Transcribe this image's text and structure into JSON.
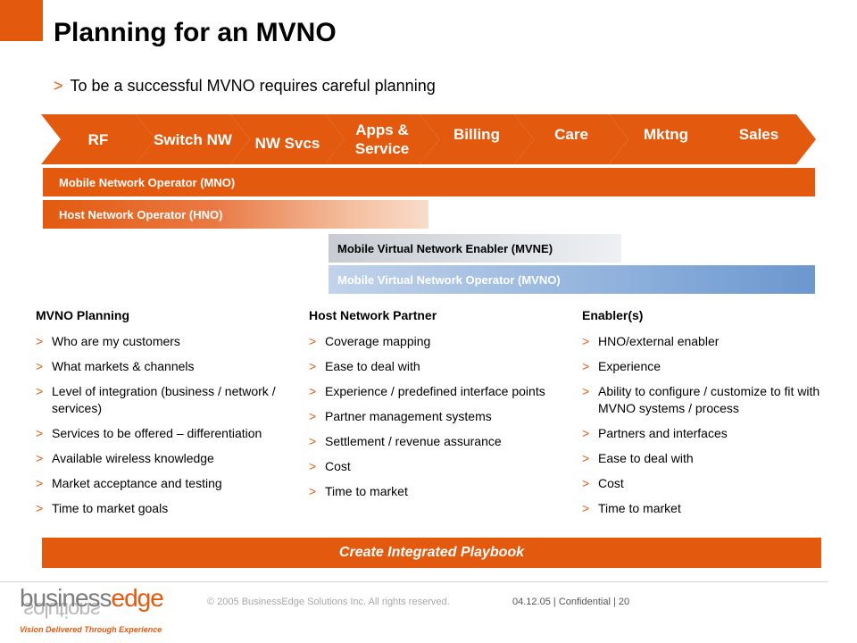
{
  "title": "Planning for an MVNO",
  "subtitle": {
    "arrow": ">",
    "text": "To be a successful MVNO requires careful planning"
  },
  "value_chain": [
    {
      "label": "RF"
    },
    {
      "label": "Switch NW"
    },
    {
      "label": "NW Svcs"
    },
    {
      "label": "Apps & Service"
    },
    {
      "label": "Billing"
    },
    {
      "label": "Care"
    },
    {
      "label": "Mktng"
    },
    {
      "label": "Sales"
    }
  ],
  "bands": {
    "mno": "Mobile Network Operator (MNO)",
    "hno": "Host Network Operator (HNO)",
    "mvne": "Mobile Virtual Network Enabler (MVNE)",
    "mvno": "Mobile Virtual Network Operator (MVNO)"
  },
  "columns": [
    {
      "heading": "MVNO Planning",
      "items": [
        "Who are my customers",
        "What markets & channels",
        "Level of integration (business / network / services)",
        "Services to be offered – differentiation",
        "Available wireless knowledge",
        "Market acceptance and testing",
        "Time to market goals"
      ]
    },
    {
      "heading": "Host Network Partner",
      "items": [
        "Coverage mapping",
        "Ease to deal with",
        "Experience / predefined interface points",
        "Partner management systems",
        "Settlement / revenue assurance",
        "Cost",
        "Time to market"
      ]
    },
    {
      "heading": "Enabler(s)",
      "items": [
        "HNO/external enabler",
        "Experience",
        "Ability to configure / customize to fit with MVNO systems / process",
        "Partners and interfaces",
        "Ease to deal with",
        "Cost",
        "Time to market"
      ]
    }
  ],
  "bullet_marker": ">",
  "playbook": "Create Integrated Playbook",
  "footer": {
    "logo_word_1": "business",
    "logo_word_2": "edge",
    "logo_mirror": "solutions",
    "tagline": "Vision Delivered Through Experience",
    "copyright": "© 2005 BusinessEdge Solutions Inc. All rights reserved.",
    "date": "04.12.05",
    "confidential": "Confidential",
    "page": "20"
  },
  "colors": {
    "accent": "#e35a0f",
    "blue": "#6b97cf",
    "grey": "#c8ccd2"
  }
}
